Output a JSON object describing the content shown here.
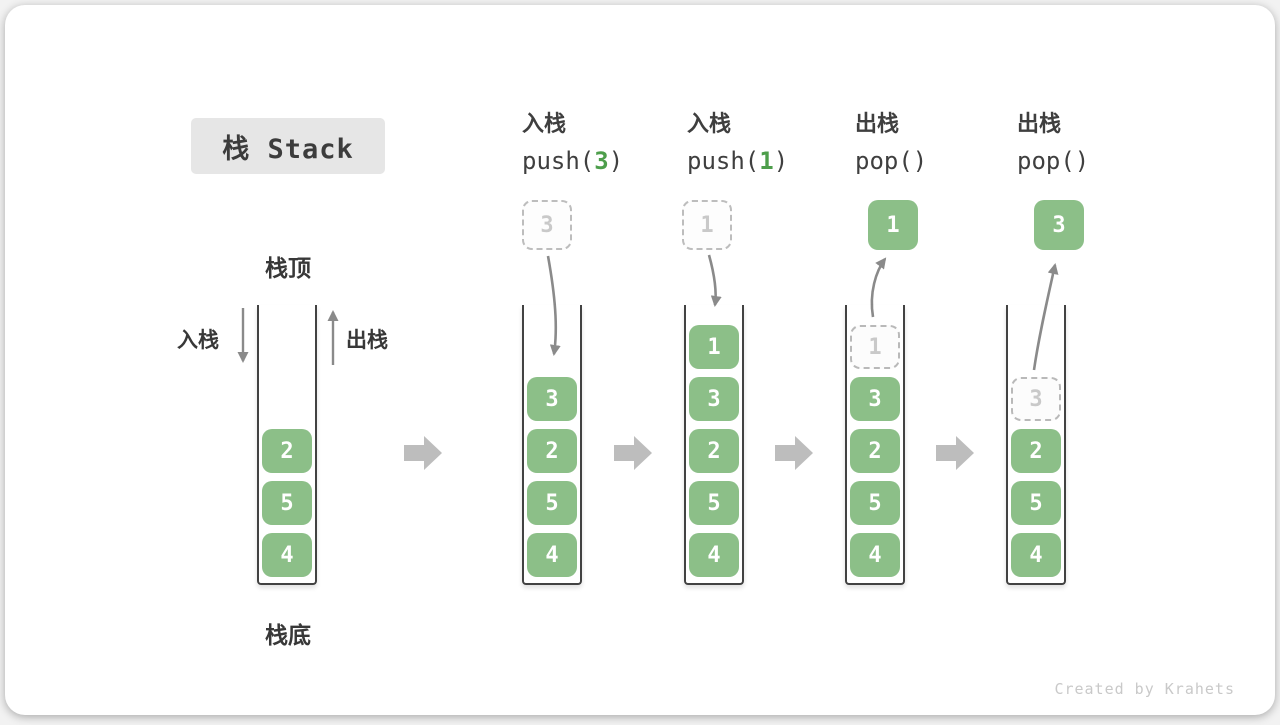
{
  "title": "栈 Stack",
  "stack_labels": {
    "top": "栈顶",
    "bottom": "栈底",
    "push_side": "入栈",
    "pop_side": "出栈"
  },
  "operations": [
    {
      "name": "push-3",
      "zh": "入栈",
      "code_prefix": "push(",
      "code_arg": "3",
      "code_suffix": ")"
    },
    {
      "name": "push-1",
      "zh": "入栈",
      "code_prefix": "push(",
      "code_arg": "1",
      "code_suffix": ")"
    },
    {
      "name": "pop-1",
      "zh": "出栈",
      "code_prefix": "pop(",
      "code_arg": "",
      "code_suffix": ")"
    },
    {
      "name": "pop-3",
      "zh": "出栈",
      "code_prefix": "pop(",
      "code_arg": "",
      "code_suffix": ")"
    }
  ],
  "floats": {
    "push3": "3",
    "push1": "1",
    "pop1": "1",
    "pop3": "3"
  },
  "stacks": [
    {
      "cells": [
        {
          "v": "2"
        },
        {
          "v": "5"
        },
        {
          "v": "4"
        }
      ]
    },
    {
      "cells": [
        {
          "v": "3"
        },
        {
          "v": "2"
        },
        {
          "v": "5"
        },
        {
          "v": "4"
        }
      ]
    },
    {
      "cells": [
        {
          "v": "1"
        },
        {
          "v": "3"
        },
        {
          "v": "2"
        },
        {
          "v": "5"
        },
        {
          "v": "4"
        }
      ]
    },
    {
      "cells": [
        {
          "v": "1",
          "ghost": true
        },
        {
          "v": "3"
        },
        {
          "v": "2"
        },
        {
          "v": "5"
        },
        {
          "v": "4"
        }
      ]
    },
    {
      "cells": [
        {
          "v": "3",
          "ghost": true
        },
        {
          "v": "2"
        },
        {
          "v": "5"
        },
        {
          "v": "4"
        }
      ]
    }
  ],
  "watermark": "Created by Krahets",
  "colors": {
    "cell_green": "#8cbf88",
    "code_arg_green": "#4d9e4b",
    "flow_arrow_gray": "#bdbdbd",
    "curve_arrow_gray": "#8a8a8a",
    "ghost_border": "#b9b9b9",
    "ghost_text": "#c9c9c9",
    "title_bg": "#e6e6e6",
    "text_dark": "#3f3f3f",
    "watermark_gray": "#c9c9c9"
  }
}
